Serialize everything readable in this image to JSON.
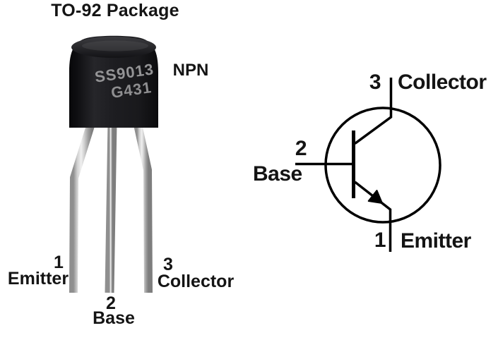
{
  "diagram": {
    "title": "TO-92 Package",
    "transistor_type": "NPN",
    "package_marking": {
      "line1": "SS9013",
      "line2": "G431"
    },
    "package_pins": [
      {
        "number": "1",
        "name": "Emitter"
      },
      {
        "number": "2",
        "name": "Base"
      },
      {
        "number": "3",
        "name": "Collector"
      }
    ],
    "symbol_pins": [
      {
        "number": "1",
        "name": "Emitter"
      },
      {
        "number": "2",
        "name": "Base"
      },
      {
        "number": "3",
        "name": "Collector"
      }
    ]
  },
  "colors": {
    "background": "#ffffff",
    "text": "#141414",
    "symbol_line": "#000000",
    "package_body": "#19191c",
    "package_marking_text": "#949496",
    "lead_metal_light": "#f0f0f0",
    "lead_metal_dark": "#7e7e7e"
  }
}
